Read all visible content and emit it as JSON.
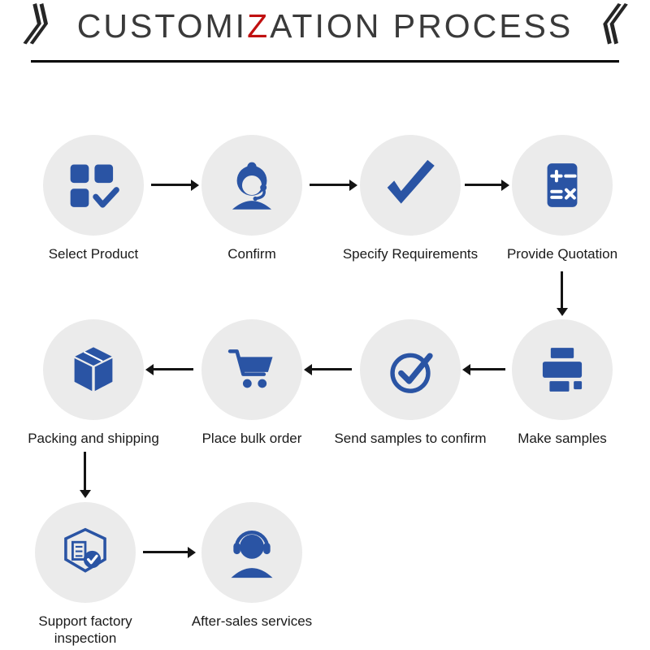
{
  "title": {
    "left_mark": "》",
    "right_mark": "《",
    "part1": "CUSTOMI",
    "highlight": "Z",
    "part2": "ATION PROCESS"
  },
  "colors": {
    "accent": "#2A54A4",
    "highlight": "#C01010",
    "circle_bg": "#EBEBEB",
    "arrow": "#141414",
    "title_text": "#3A3A3A"
  },
  "steps": [
    {
      "id": 1,
      "label": "Select Product",
      "icon": "product-grid-check-icon"
    },
    {
      "id": 2,
      "label": "Confirm",
      "icon": "customer-service-icon"
    },
    {
      "id": 3,
      "label": "Specify Requirements",
      "icon": "checkmark-icon"
    },
    {
      "id": 4,
      "label": "Provide Quotation",
      "icon": "calculator-icon"
    },
    {
      "id": 5,
      "label": "Make samples",
      "icon": "printer-icon"
    },
    {
      "id": 6,
      "label": "Send samples to confirm",
      "icon": "circle-check-icon"
    },
    {
      "id": 7,
      "label": "Place bulk order",
      "icon": "shopping-cart-icon"
    },
    {
      "id": 8,
      "label": "Packing and shipping",
      "icon": "package-box-icon"
    },
    {
      "id": 9,
      "label": "Support factory inspection",
      "icon": "factory-inspection-icon"
    },
    {
      "id": 10,
      "label": "After-sales services",
      "icon": "headset-person-icon"
    }
  ]
}
